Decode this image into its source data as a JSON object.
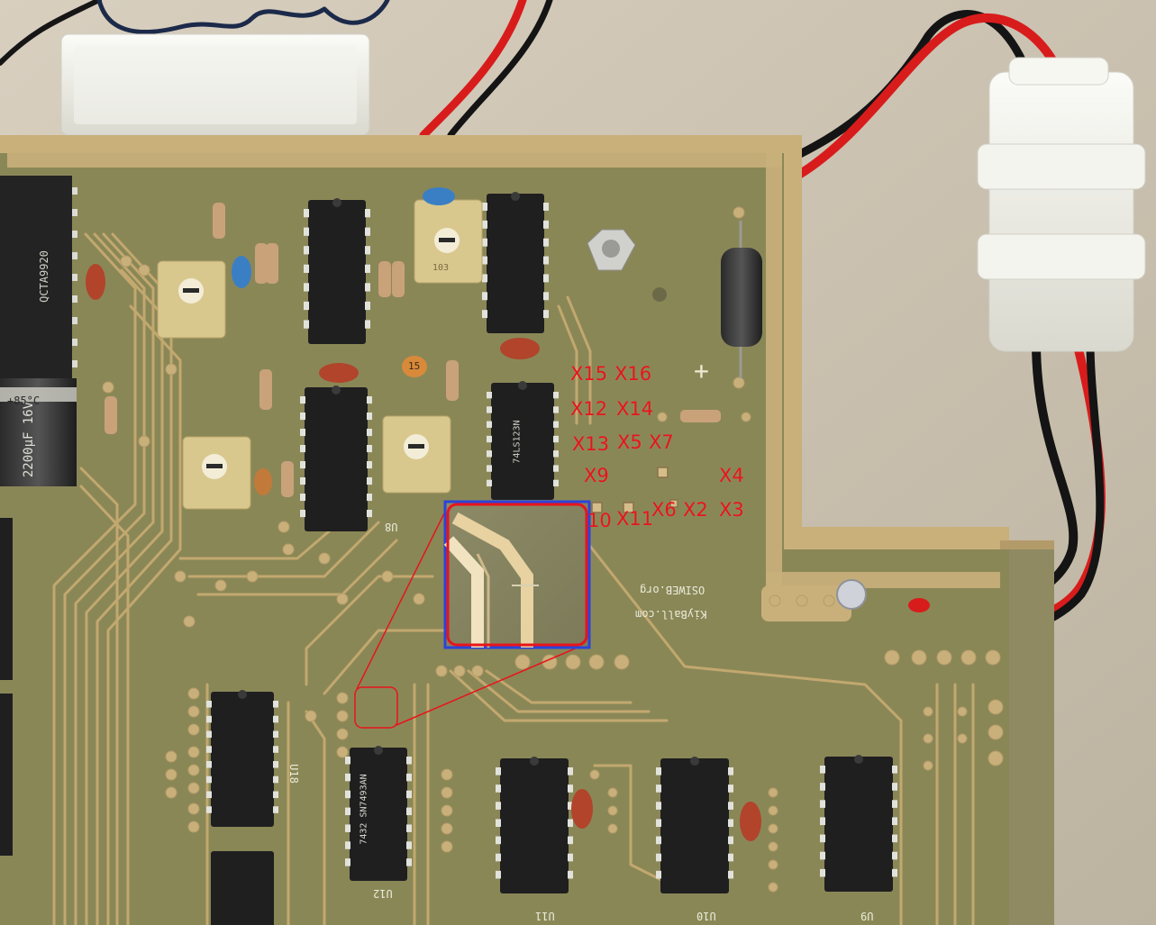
{
  "photo": {
    "subject": "",
    "colors": {
      "board": "#8a8757",
      "board_dark": "#77744a",
      "copper_frame": "#c9b07b",
      "trace": "#c2a86f",
      "chip": "#1f1f20",
      "wire_red": "#d81c1c",
      "wire_black": "#141414",
      "connector": "#efefe8",
      "annotation_red": "#e8141b",
      "zoom_box_border": "#2b44d9",
      "background": "#c9bfae"
    }
  },
  "annotations": {
    "labels": [
      {
        "id": "x15",
        "text": "X15"
      },
      {
        "id": "x16",
        "text": "X16"
      },
      {
        "id": "x12",
        "text": "X12"
      },
      {
        "id": "x14",
        "text": "X14"
      },
      {
        "id": "x13",
        "text": "X13"
      },
      {
        "id": "x5",
        "text": "X5"
      },
      {
        "id": "x7",
        "text": "X7"
      },
      {
        "id": "x9",
        "text": "X9"
      },
      {
        "id": "x4",
        "text": "X4"
      },
      {
        "id": "x6",
        "text": "X6"
      },
      {
        "id": "x2",
        "text": "X2"
      },
      {
        "id": "x3",
        "text": "X3"
      },
      {
        "id": "x10",
        "text": "10"
      },
      {
        "id": "x11",
        "text": "X11"
      }
    ]
  },
  "silkscreen": {
    "url_line1": "KiyBall.com",
    "url_line2": "OSIWEB.org",
    "u8_label": "U8",
    "u9_label": "U9",
    "u10_label": "U10",
    "u11_label": "U11",
    "u12_label": "U12",
    "u18_label": "U18",
    "chip_u12_text": "7432 SN7493AN",
    "chip_upper_text": "74LS123N",
    "cap_text": "2200µF 16V",
    "cap_temp": "+85°C",
    "ic_big_text": "QCTA9920",
    "pot_text": "103",
    "cap15": "15",
    "plus_sign": "+"
  }
}
